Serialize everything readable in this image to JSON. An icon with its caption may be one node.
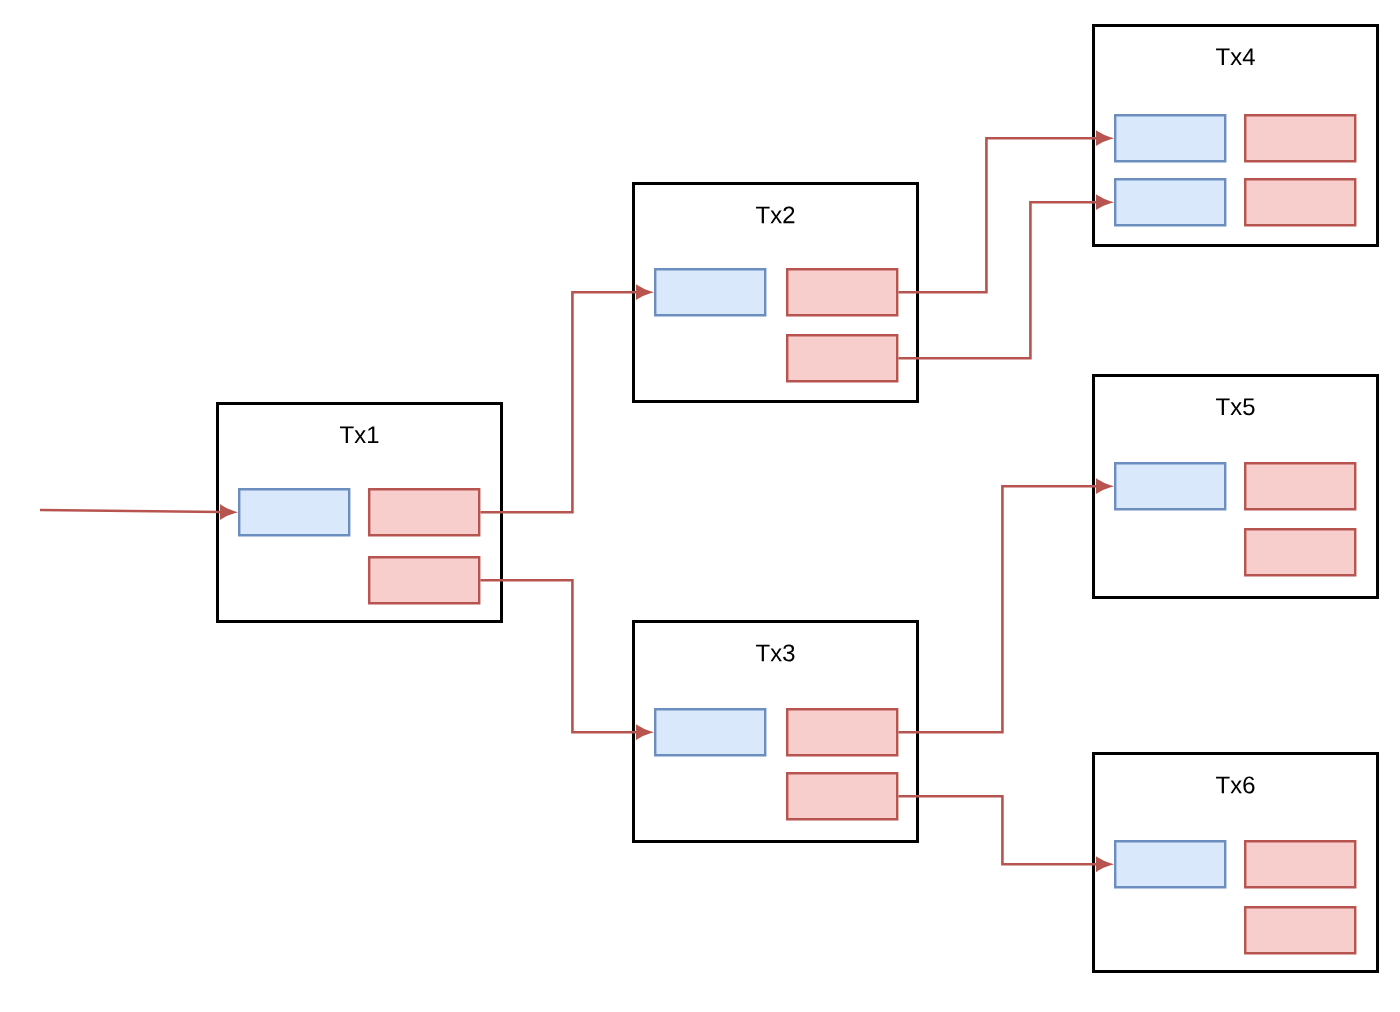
{
  "diagram": {
    "nodes": [
      {
        "text": [
          "Tx1"
        ]
      },
      {
        "text": [],
        "shape": "box",
        "in": 0
      },
      {
        "text": [],
        "shape": "box",
        "in": 0
      },
      {
        "text": [],
        "shape": "box",
        "in": 0
      },
      {
        "text": [
          "Tx2"
        ]
      },
      {
        "text": [],
        "shape": "box",
        "in": 4
      },
      {
        "text": [],
        "shape": "box",
        "in": 4
      },
      {
        "text": [],
        "shape": "box",
        "in": 4
      },
      {
        "text": [
          "Tx3"
        ]
      },
      {
        "text": [],
        "shape": "box",
        "in": 8
      },
      {
        "text": [],
        "shape": "box",
        "in": 8
      },
      {
        "text": [],
        "shape": "box",
        "in": 8
      },
      {
        "text": [
          "Tx4"
        ]
      },
      {
        "text": [],
        "shape": "box",
        "in": 12
      },
      {
        "text": [],
        "shape": "box",
        "in": 12
      },
      {
        "text": [],
        "shape": "box",
        "in": 12
      },
      {
        "text": [],
        "shape": "box",
        "in": 12
      },
      {
        "text": [
          "Tx5"
        ]
      },
      {
        "text": [],
        "shape": "box",
        "in": 17
      },
      {
        "text": [],
        "shape": "box",
        "in": 17
      },
      {
        "text": [],
        "shape": "box",
        "in": 17
      },
      {
        "text": [
          "Tx6"
        ]
      },
      {
        "text": [],
        "shape": "box",
        "in": 21
      },
      {
        "text": [],
        "shape": "box",
        "in": 21
      },
      {
        "text": [],
        "shape": "box",
        "in": 21
      }
    ],
    "edges": [
      {
        "from": null,
        "to": 1,
        "arrow": "to"
      },
      {
        "from": 2,
        "to": 5,
        "arrow": "to"
      },
      {
        "from": 3,
        "to": 9,
        "arrow": "to"
      },
      {
        "from": 6,
        "to": 13,
        "arrow": "to"
      },
      {
        "from": 7,
        "to": 15,
        "arrow": "to"
      },
      {
        "from": 10,
        "to": 18,
        "arrow": "to"
      },
      {
        "from": 11,
        "to": 22,
        "arrow": "to"
      }
    ]
  }
}
